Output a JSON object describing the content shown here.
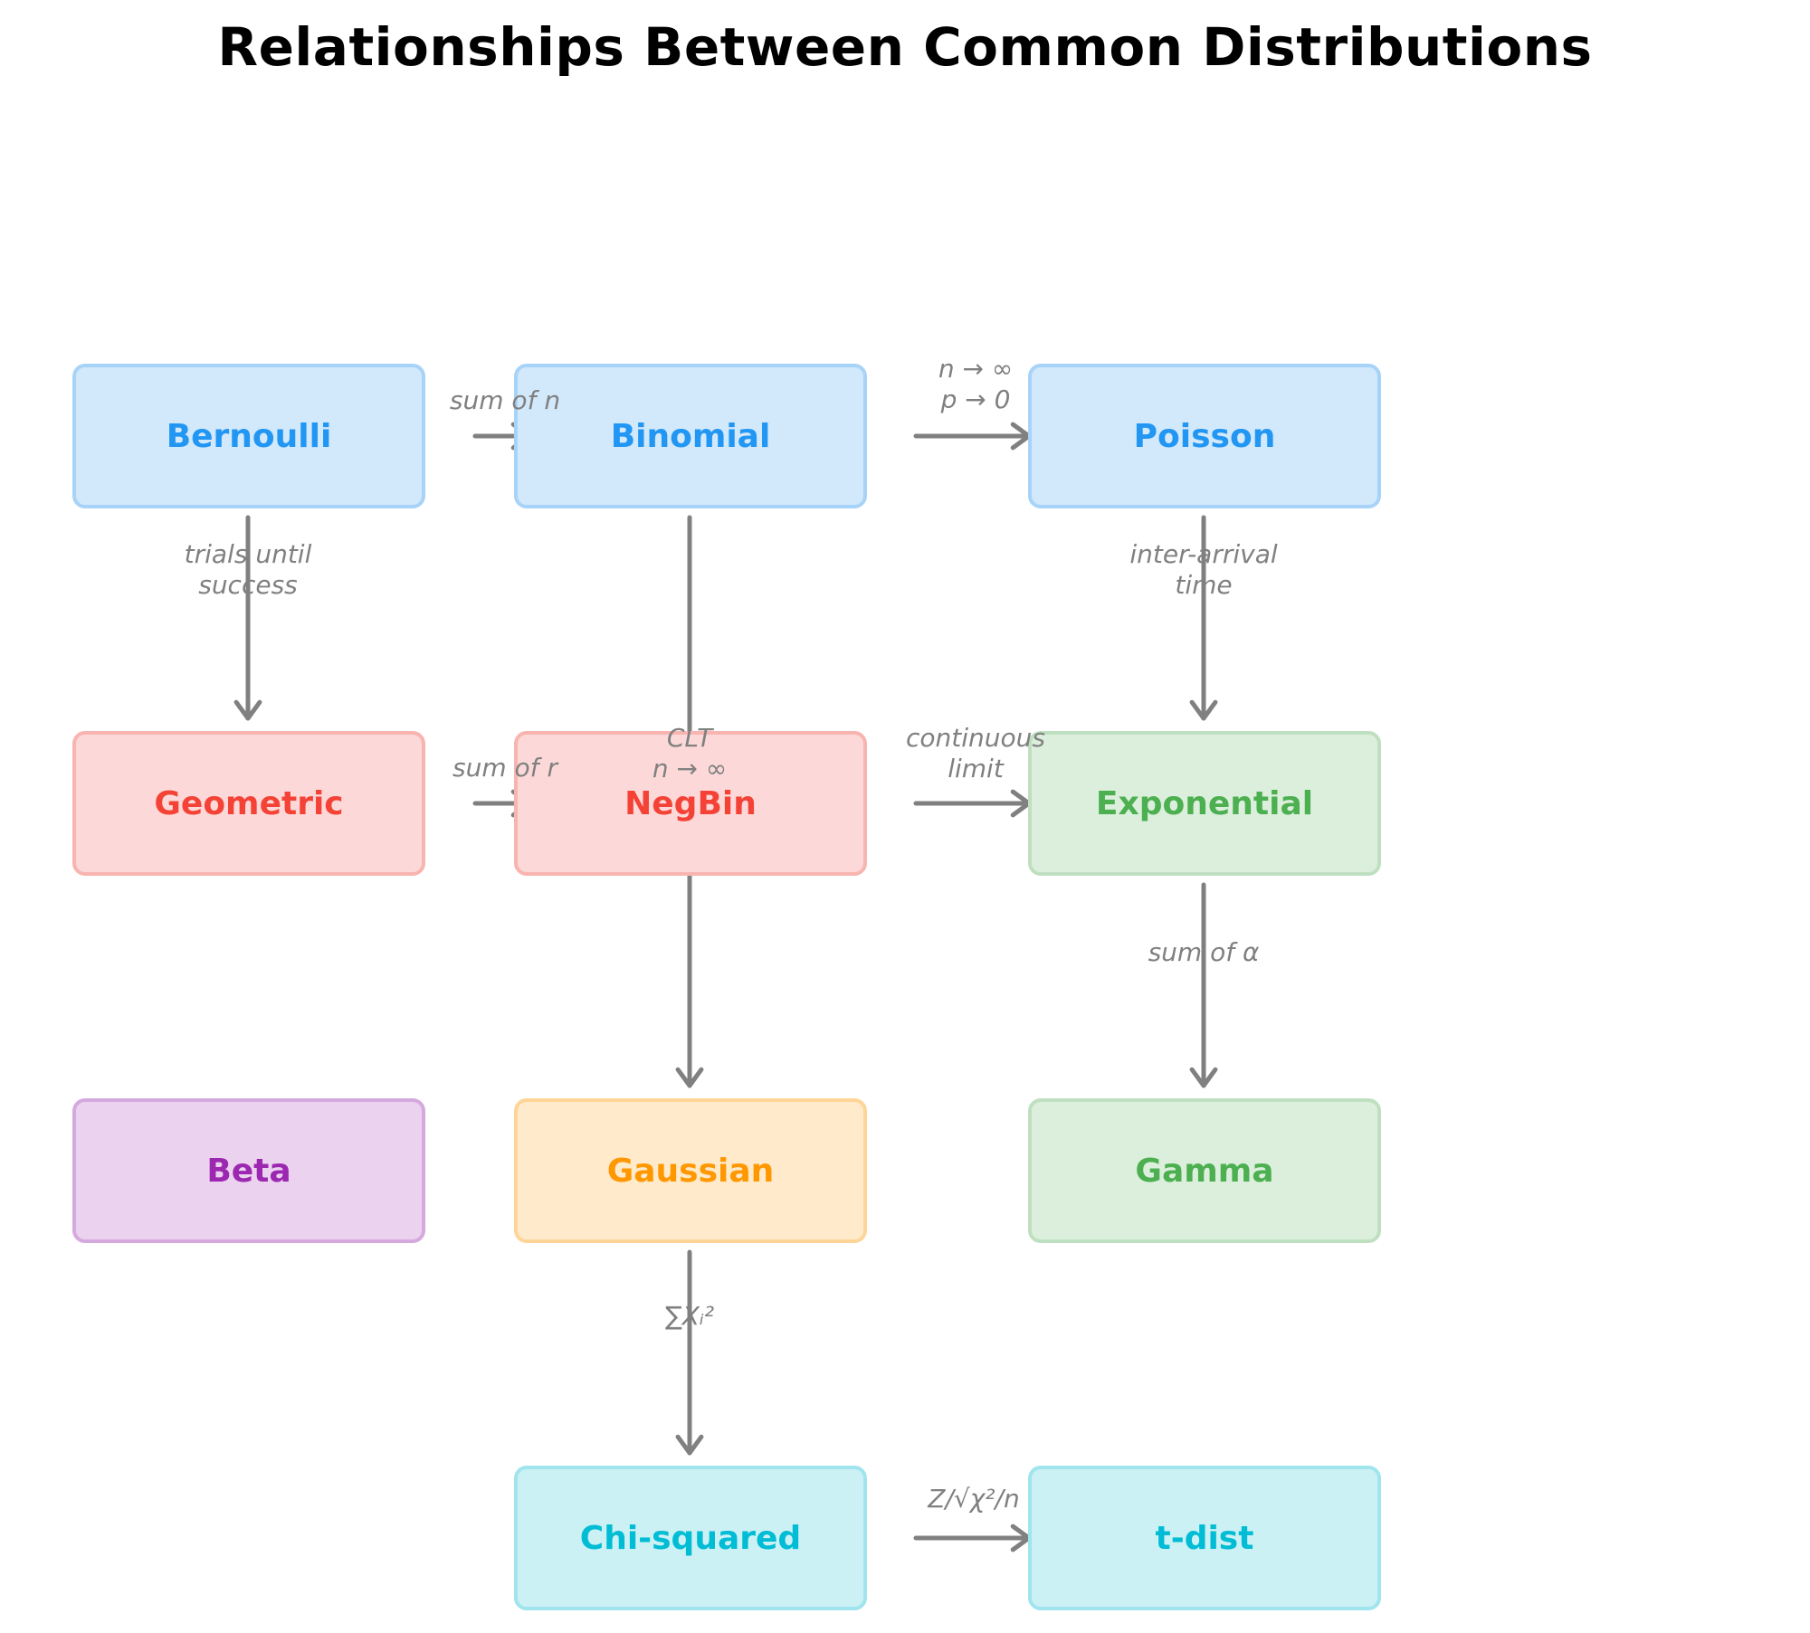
{
  "title": "Relationships Between Common Distributions",
  "colors": {
    "arrow": "#808080",
    "label": "#808080",
    "blue": {
      "fill": "#d2e8fb",
      "stroke": "#a8d3f9",
      "text": "#2196f3"
    },
    "red": {
      "fill": "#fcd9d8",
      "stroke": "#f8b4b0",
      "text": "#f44336"
    },
    "green": {
      "fill": "#dcefdc",
      "stroke": "#bfe0c0",
      "text": "#4caf50"
    },
    "purple": {
      "fill": "#ebd2ee",
      "stroke": "#d5a9de",
      "text": "#9c27b0"
    },
    "orange": {
      "fill": "#ffeacb",
      "stroke": "#ffd597",
      "text": "#ff9800"
    },
    "cyan": {
      "fill": "#ccf1f5",
      "stroke": "#a0e5ee",
      "text": "#00bcd4"
    }
  },
  "nodes": [
    {
      "id": "bernoulli",
      "label": "Bernoulli",
      "color": "blue"
    },
    {
      "id": "binomial",
      "label": "Binomial",
      "color": "blue"
    },
    {
      "id": "poisson",
      "label": "Poisson",
      "color": "blue"
    },
    {
      "id": "geometric",
      "label": "Geometric",
      "color": "red"
    },
    {
      "id": "negbin",
      "label": "NegBin",
      "color": "red"
    },
    {
      "id": "exponential",
      "label": "Exponential",
      "color": "green"
    },
    {
      "id": "beta",
      "label": "Beta",
      "color": "purple"
    },
    {
      "id": "gaussian",
      "label": "Gaussian",
      "color": "orange"
    },
    {
      "id": "gamma",
      "label": "Gamma",
      "color": "green"
    },
    {
      "id": "chisquared",
      "label": "Chi-squared",
      "color": "cyan"
    },
    {
      "id": "tdist",
      "label": "t-dist",
      "color": "cyan"
    }
  ],
  "edges": [
    {
      "from": "bernoulli",
      "to": "binomial",
      "label": [
        "sum of n"
      ]
    },
    {
      "from": "binomial",
      "to": "poisson",
      "label": [
        "n → ∞",
        "p → 0"
      ]
    },
    {
      "from": "bernoulli",
      "to": "geometric",
      "label": [
        "trials until",
        "success"
      ]
    },
    {
      "from": "poisson",
      "to": "exponential",
      "label": [
        "inter-arrival",
        "time"
      ]
    },
    {
      "from": "geometric",
      "to": "negbin",
      "label": [
        "sum of r"
      ]
    },
    {
      "from": "binomial",
      "to": "gaussian",
      "label": [
        "CLT",
        "n → ∞"
      ]
    },
    {
      "from": "negbin",
      "to": "exponential",
      "label": [
        "continuous",
        "limit"
      ]
    },
    {
      "from": "exponential",
      "to": "gamma",
      "label": [
        "sum of α"
      ]
    },
    {
      "from": "gaussian",
      "to": "chisquared",
      "label": [
        "∑Xᵢ²"
      ]
    },
    {
      "from": "chisquared",
      "to": "tdist",
      "label": [
        "Z/√χ²/n"
      ]
    }
  ]
}
